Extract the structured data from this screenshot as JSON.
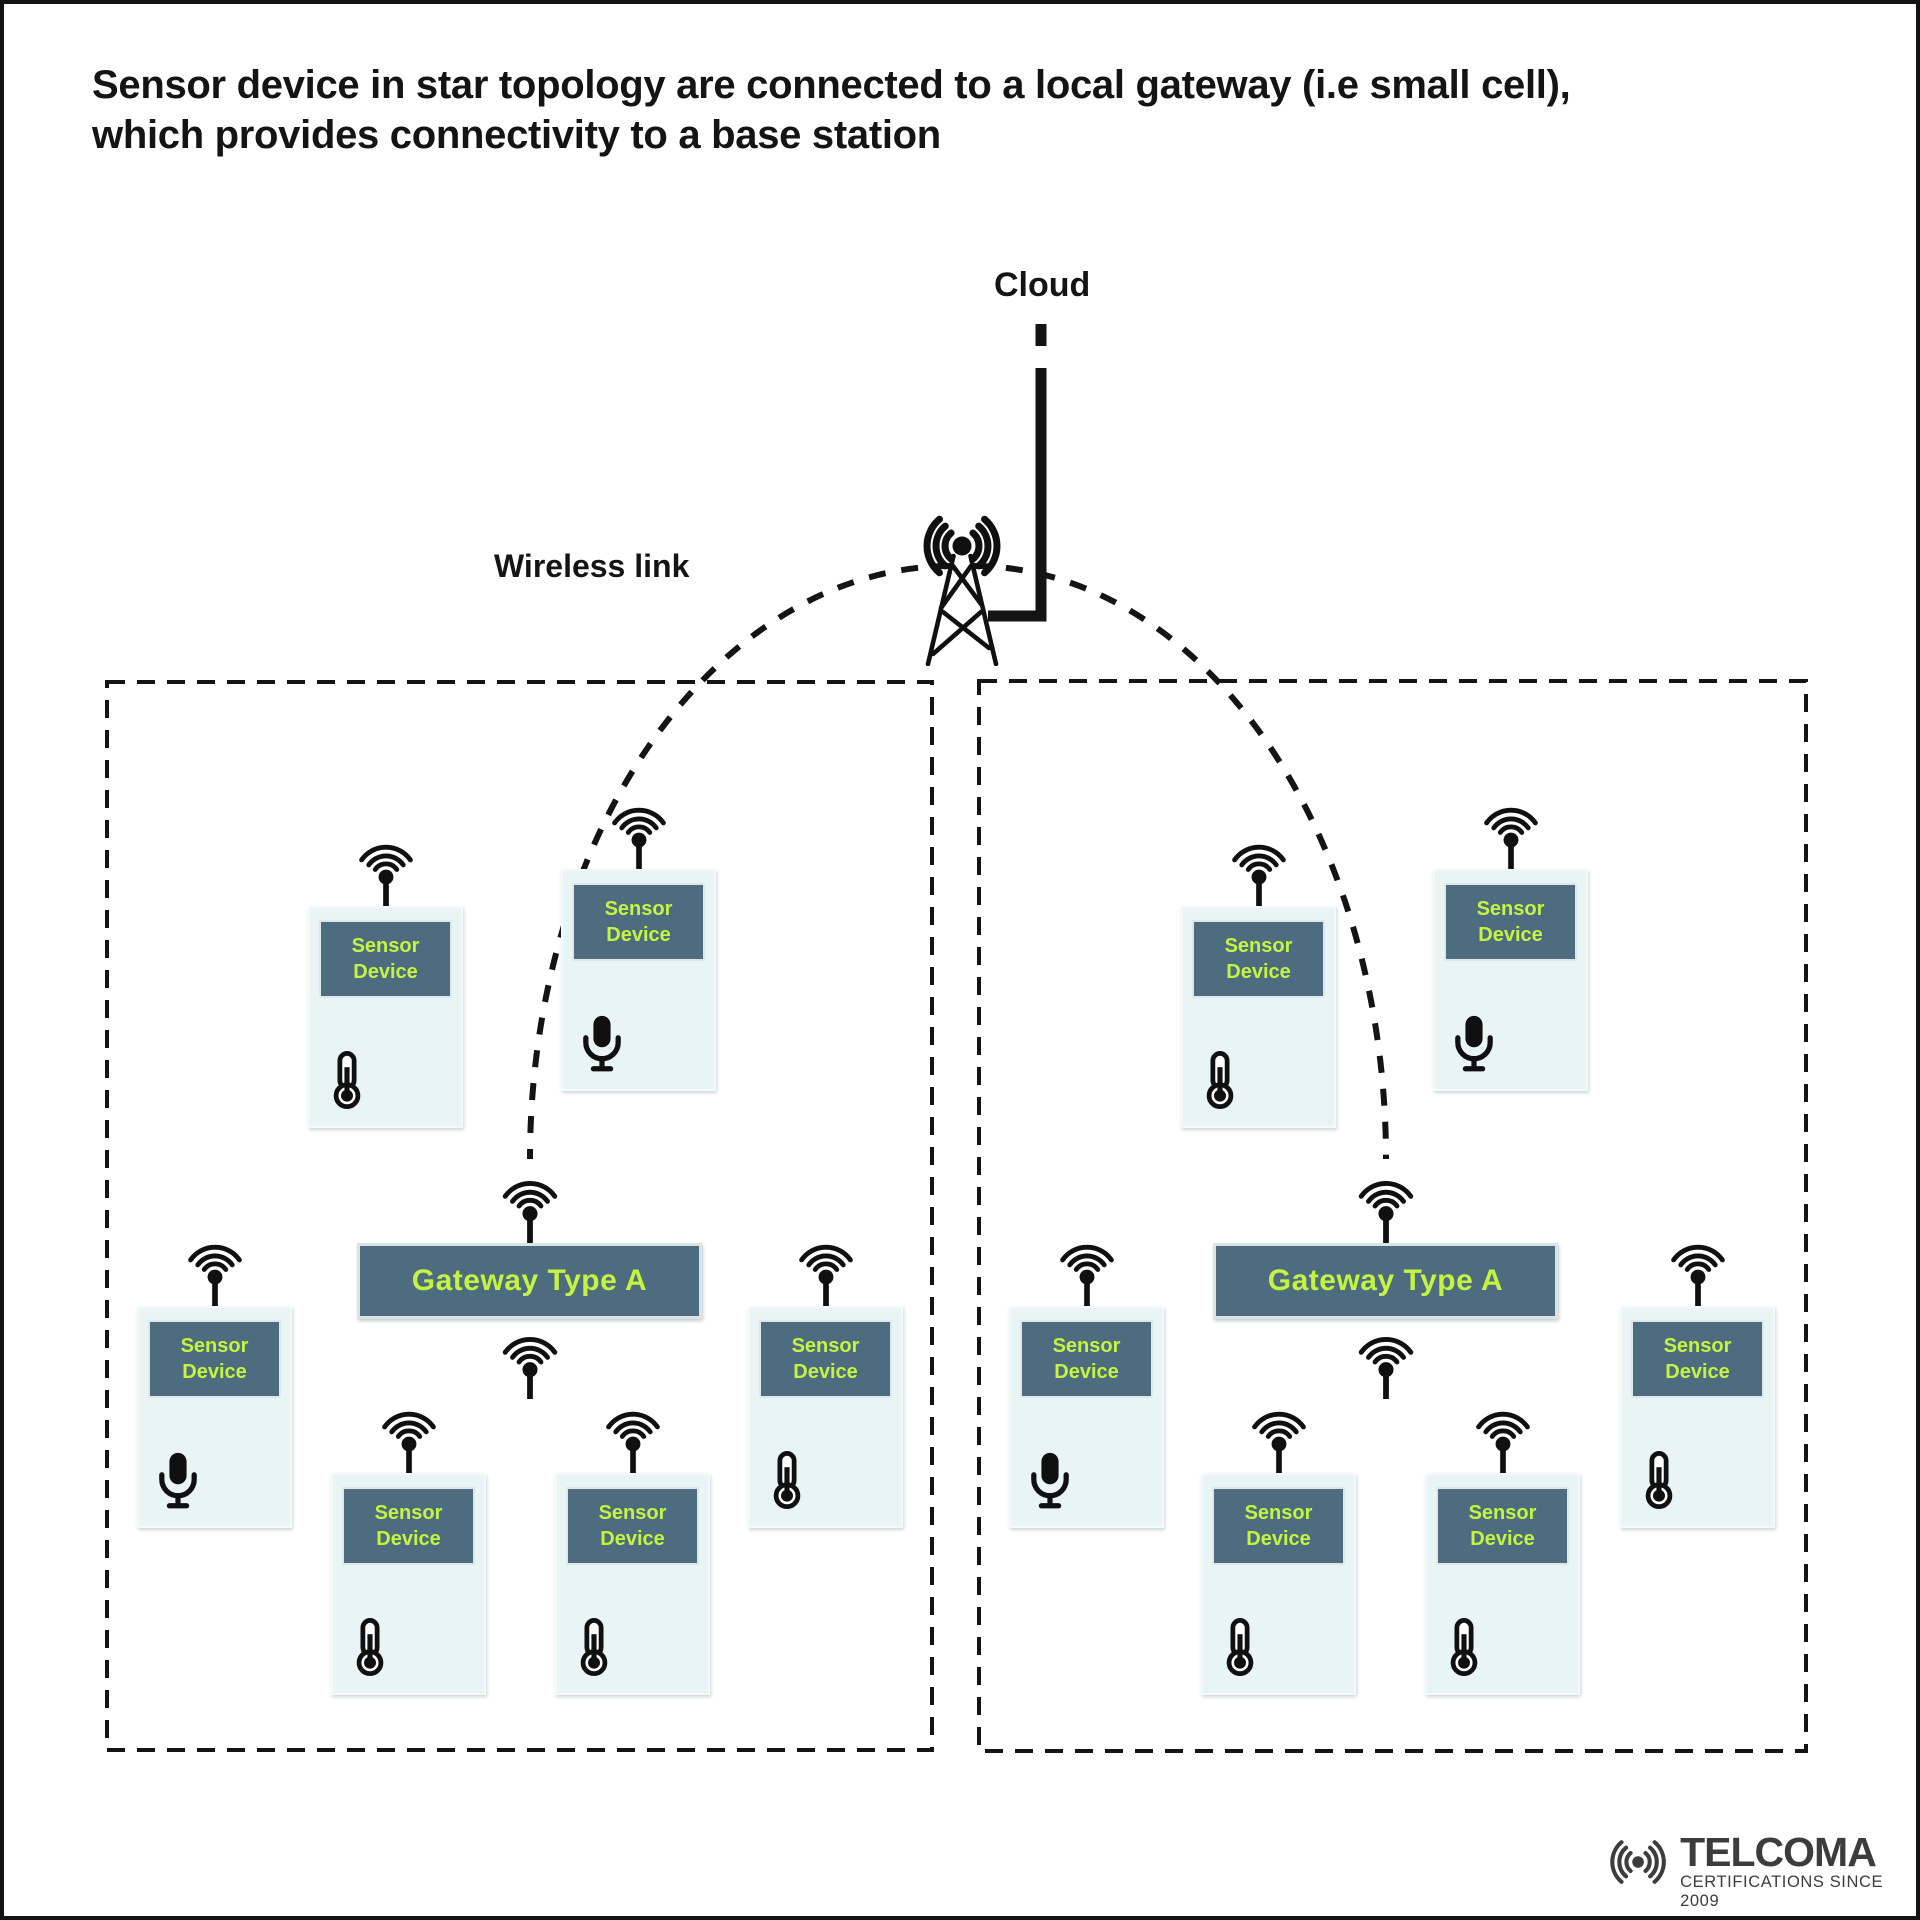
{
  "title": {
    "line1": "Sensor device in star topology are connected to a local gateway (i.e small cell),",
    "line2": "which provides connectivity to a base station"
  },
  "labels": {
    "cloud": "Cloud",
    "wireless_link": "Wireless link"
  },
  "colors": {
    "slate": "#4d6c80",
    "green": "#c4f441",
    "card_bg": "#e9f4f5",
    "ink": "#141414",
    "logo_gray": "#3d3b3c"
  },
  "clusters": [
    {
      "gateway_label": "Gateway Type A",
      "devices": [
        {
          "label": "Sensor Device",
          "sensor": "thermometer"
        },
        {
          "label": "Sensor Device",
          "sensor": "microphone"
        },
        {
          "label": "Sensor Device",
          "sensor": "microphone"
        },
        {
          "label": "Sensor Device",
          "sensor": "thermometer"
        },
        {
          "label": "Sensor Device",
          "sensor": "thermometer"
        },
        {
          "label": "Sensor Device",
          "sensor": "thermometer"
        }
      ]
    },
    {
      "gateway_label": "Gateway Type A",
      "devices": [
        {
          "label": "Sensor Device",
          "sensor": "thermometer"
        },
        {
          "label": "Sensor Device",
          "sensor": "microphone"
        },
        {
          "label": "Sensor Device",
          "sensor": "microphone"
        },
        {
          "label": "Sensor Device",
          "sensor": "thermometer"
        },
        {
          "label": "Sensor Device",
          "sensor": "thermometer"
        },
        {
          "label": "Sensor Device",
          "sensor": "thermometer"
        }
      ]
    }
  ],
  "footer": {
    "brand": "TELCOMA",
    "tagline": "CERTIFICATIONS SINCE 2009"
  }
}
